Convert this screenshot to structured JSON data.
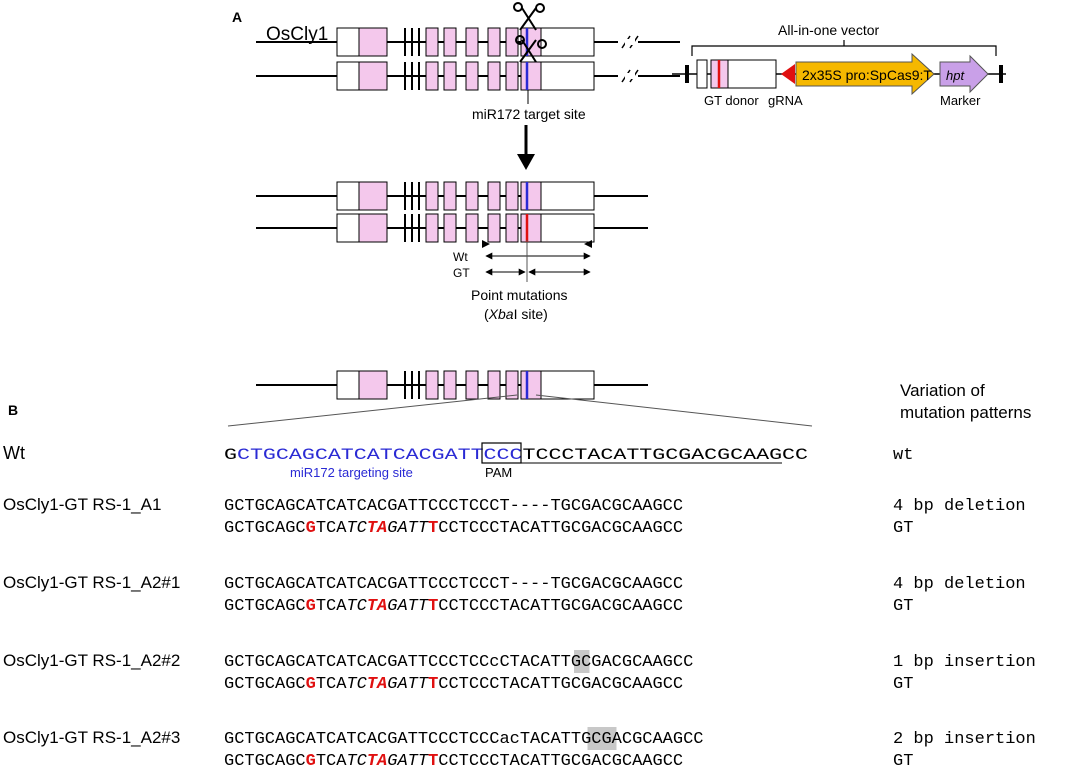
{
  "panel_a": {
    "label": "A",
    "gene_name": "OsCly1",
    "target_label": "miR172 target site",
    "vector_title": "All-in-one vector",
    "gt_donor": "GT donor",
    "grna": "gRNA",
    "cas9": "2x35S pro:SpCas9:T",
    "hpt": "hpt",
    "marker": "Marker",
    "wt_label": "Wt",
    "gt_label": "GT",
    "point_mutations": "Point mutations",
    "xba_italic": "Xba",
    "xba_rest": "I site)",
    "xba_open": "("
  },
  "panel_b": {
    "label": "B",
    "variation_header_1": "Variation of",
    "variation_header_2": "mutation patterns",
    "wt_name": "Wt",
    "wt_seq": {
      "g": "G",
      "mir": "CTGCAGCATCATCACGATTCC",
      "pam_tail": "C",
      "rest": "TCCCTACATTGCGACGCAAG",
      "end": "CC"
    },
    "wt_target_label": "miR172 targeting site",
    "pam_label": "PAM",
    "wt_variation": "wt",
    "gt_seq": {
      "p1": "GCTGCAGC",
      "p2": "G",
      "p3": "TCA",
      "p4": "TC",
      "p5": "TA",
      "p6": "GATT",
      "p7": "T",
      "p8": "CCTCCCTACATTGCGACGCAAGCC"
    },
    "gt_variation": "GT",
    "rows": [
      {
        "name": "OsCly1-GT RS-1_A1",
        "seq_a": "GCTGCAGCATCATCACGATTCCCTCCCT----TGCGACGCAAGCC",
        "variation": "4 bp deletion"
      },
      {
        "name": "OsCly1-GT RS-1_A2#1",
        "seq_a": "GCTGCAGCATCATCACGATTCCCTCCCT----TGCGACGCAAGCC",
        "variation": "4 bp deletion"
      },
      {
        "name": "OsCly1-GT RS-1_A2#2",
        "seq_pre": "GCTGCAGCATCATCACGATTCCCTCC",
        "seq_hl": "c",
        "seq_post": "CTACATTGCGACGCAAGCC",
        "variation": "1 bp insertion"
      },
      {
        "name": "OsCly1-GT RS-1_A2#3",
        "seq_pre": "GCTGCAGCATCATCACGATTCCCTCCC",
        "seq_hl": "ac",
        "seq_post": "TACATTGCGACGCAAGCC",
        "variation": "2 bp insertion"
      }
    ]
  },
  "colors": {
    "exon_pink": "#f4c8ec",
    "mir_blue": "#2a2ad4",
    "mut_red": "#e01010",
    "cas9_yellow": "#f5b800",
    "hpt_purple": "#c9a0e8",
    "highlight_grey": "#c8c8c8"
  }
}
